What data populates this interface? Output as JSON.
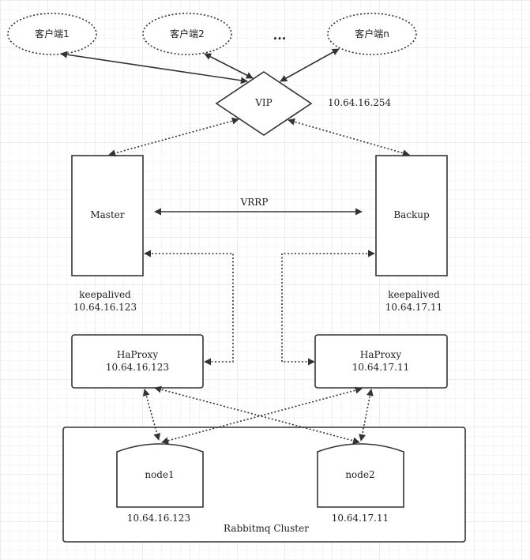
{
  "clients": [
    {
      "label": "客户端1"
    },
    {
      "label": "客户端2"
    },
    {
      "label": "客户端n"
    }
  ],
  "ellipsis": "...",
  "vip": {
    "label": "VIP",
    "address": "10.64.16.254"
  },
  "master": {
    "label": "Master",
    "service": "keepalived",
    "address": "10.64.16.123"
  },
  "backup": {
    "label": "Backup",
    "service": "keepalived",
    "address": "10.64.17.11"
  },
  "vrrp": {
    "label": "VRRP"
  },
  "haproxy_left": {
    "label": "HaProxy",
    "address": "10.64.16.123"
  },
  "haproxy_right": {
    "label": "HaProxy",
    "address": "10.64.17.11"
  },
  "cluster": {
    "label": "Rabbitmq Cluster",
    "nodes": [
      {
        "label": "node1",
        "address": "10.64.16.123"
      },
      {
        "label": "node2",
        "address": "10.64.17.11"
      }
    ]
  }
}
